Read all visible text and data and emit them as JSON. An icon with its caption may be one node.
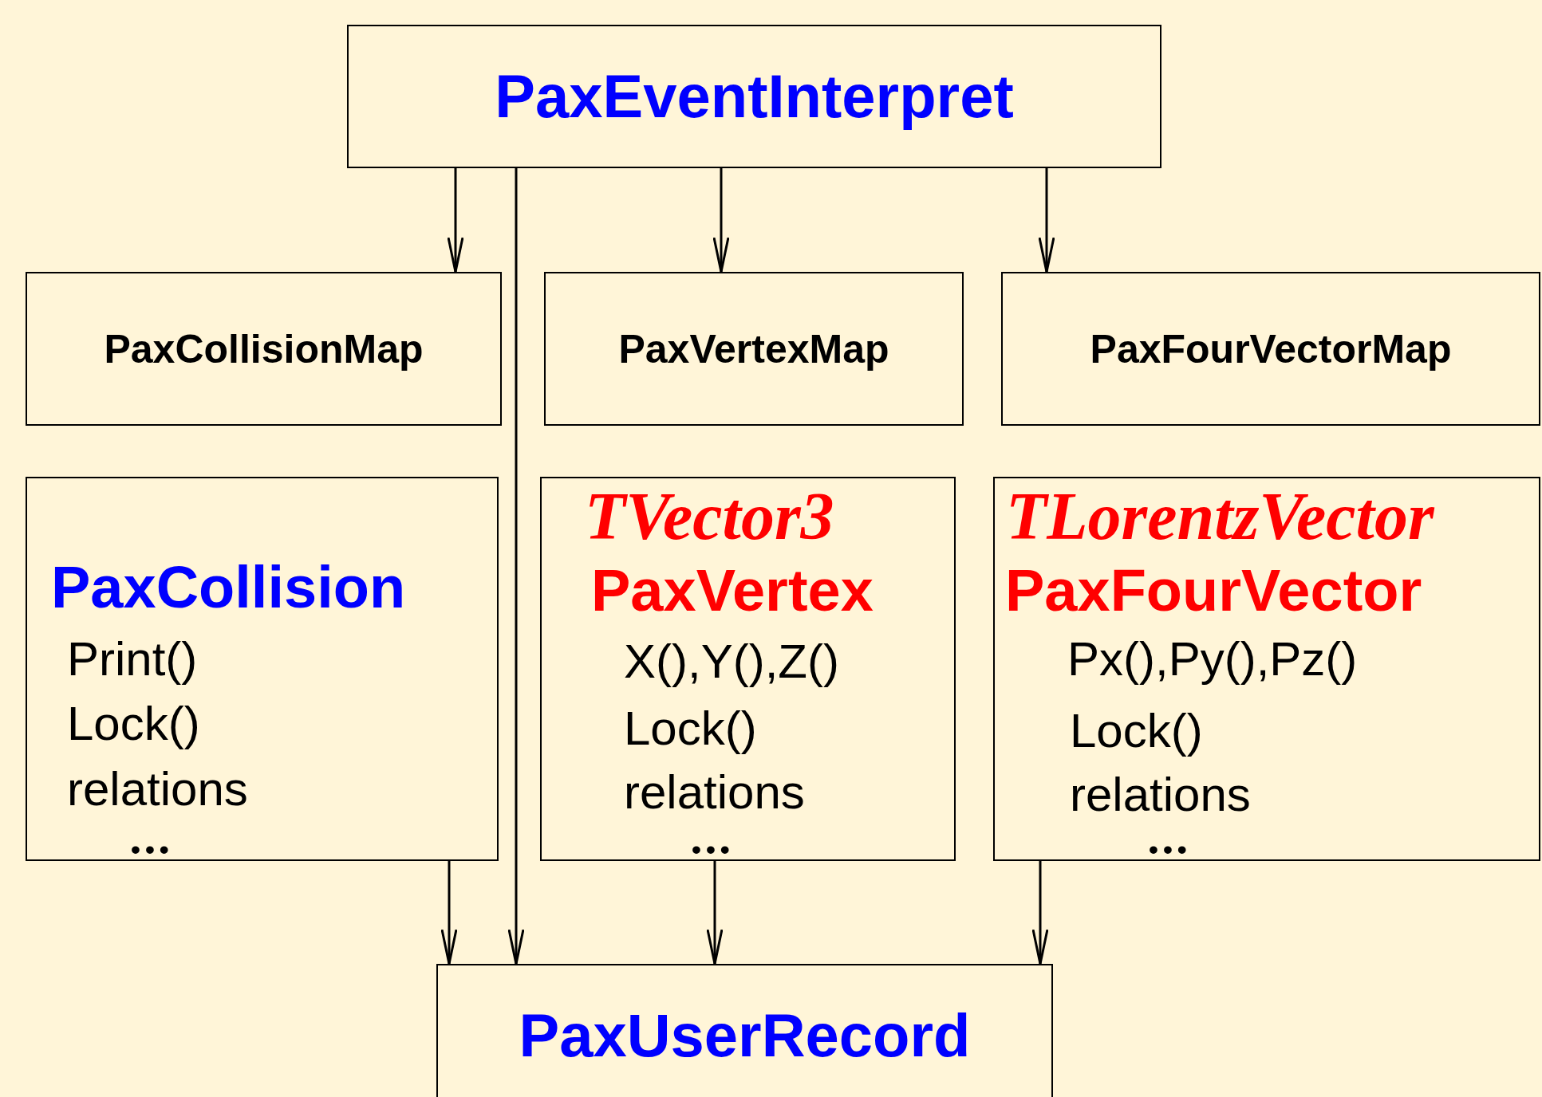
{
  "diagram": {
    "nodes": [
      {
        "text": [
          "PaxEventInterpret"
        ]
      },
      {
        "text": [
          "PaxCollisionMap"
        ]
      },
      {
        "text": [
          "PaxVertexMap"
        ]
      },
      {
        "text": [
          "PaxFourVectorMap"
        ]
      },
      {
        "text": [
          "PaxCollision",
          "Print()",
          "Lock()",
          "relations",
          "•••"
        ]
      },
      {
        "text": [
          "TVector3",
          "PaxVertex",
          "X(),Y(),Z()",
          "Lock()",
          "relations",
          "•••"
        ]
      },
      {
        "text": [
          "TLorentzVector",
          "PaxFourVector",
          "Px(),Py(),Pz()",
          "Lock()",
          "relations",
          "•••"
        ]
      },
      {
        "text": [
          "PaxUserRecord"
        ]
      }
    ],
    "edges": [
      {
        "from": 0,
        "to": 1,
        "arrow": "to"
      },
      {
        "from": 0,
        "to": 7,
        "arrow": "to"
      },
      {
        "from": 0,
        "to": 2,
        "arrow": "to"
      },
      {
        "from": 0,
        "to": 3,
        "arrow": "to"
      },
      {
        "from": 4,
        "to": 7,
        "arrow": "to"
      },
      {
        "from": 5,
        "to": 7,
        "arrow": "to"
      },
      {
        "from": 6,
        "to": 7,
        "arrow": "to"
      }
    ]
  }
}
